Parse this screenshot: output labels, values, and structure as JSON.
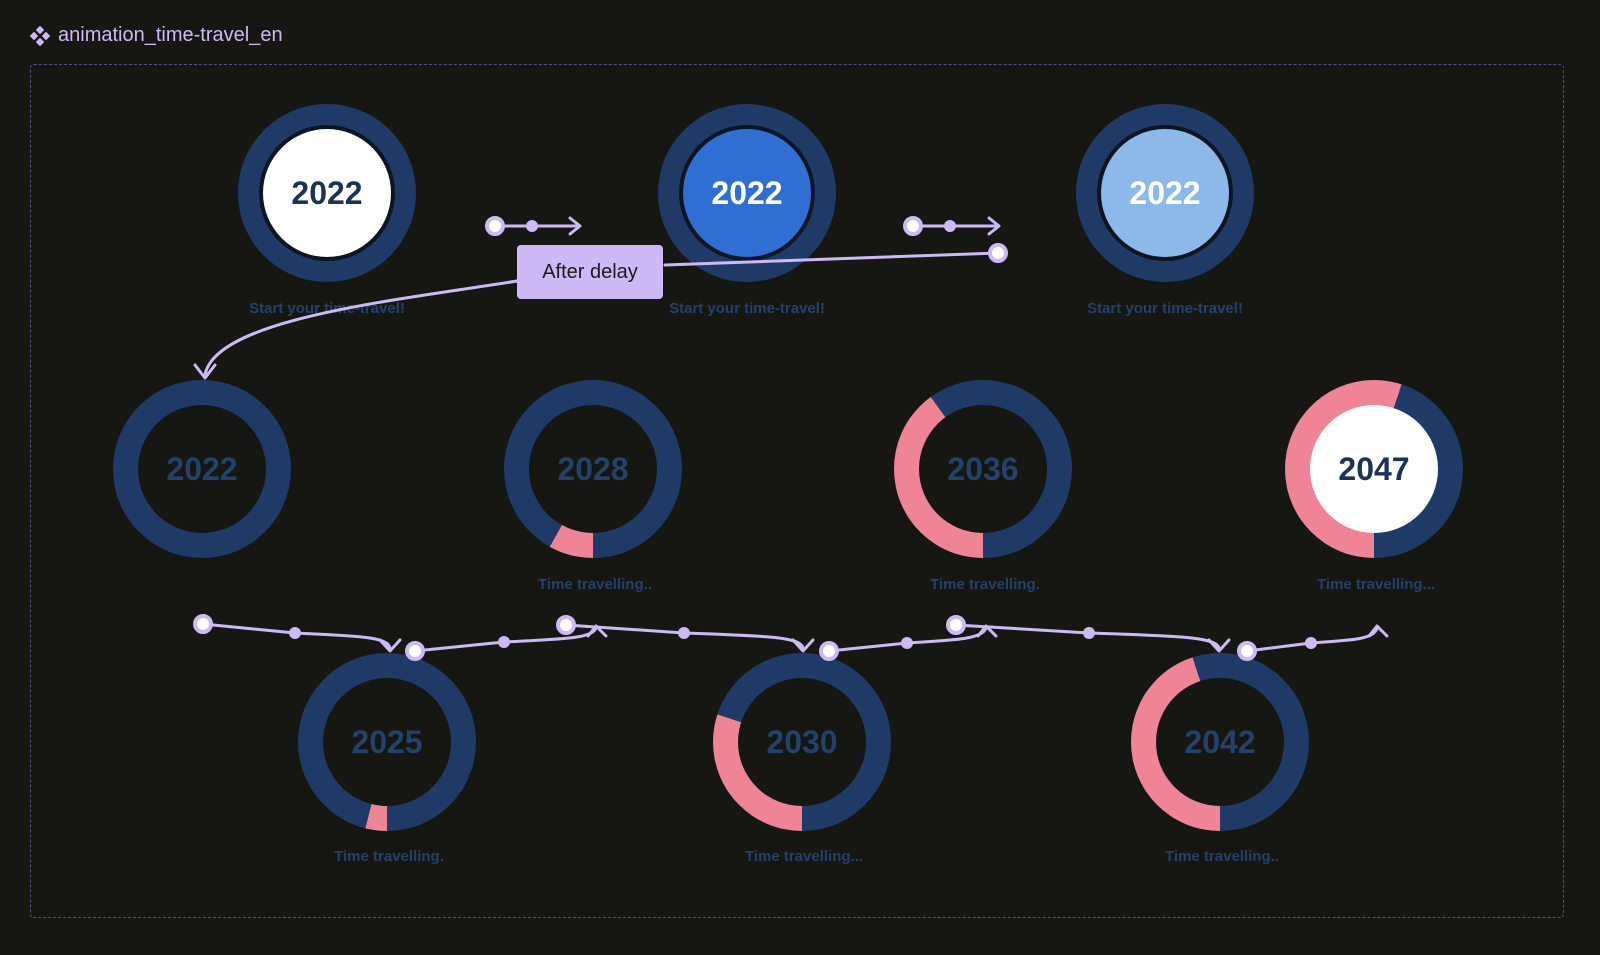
{
  "frame": {
    "title": "animation_time-travel_en",
    "icon": "component-diamond-icon"
  },
  "colors": {
    "ring_base": "#1f3a66",
    "progress": "#f08497",
    "connector": "#cdb9f5",
    "caption": "#23416b",
    "year_dim": "#23416b",
    "year_dark": "#1a3358"
  },
  "start_states": [
    {
      "year": "2022",
      "caption": "Start your time-travel!",
      "fill": "#ffffff",
      "text": "#1a3358"
    },
    {
      "year": "2022",
      "caption": "Start your time-travel!",
      "fill": "#2f6fd3",
      "text": "#ffffff"
    },
    {
      "year": "2022",
      "caption": "Start your time-travel!",
      "fill": "#8db8ea",
      "text": "#ffffff"
    }
  ],
  "transition": {
    "label": "After delay"
  },
  "travel_states": [
    {
      "year": "2022",
      "caption": "",
      "progress": 0
    },
    {
      "year": "2025",
      "caption": "Time travelling.",
      "progress": 0.04
    },
    {
      "year": "2028",
      "caption": "Time travelling..",
      "progress": 0.08
    },
    {
      "year": "2030",
      "caption": "Time travelling...",
      "progress": 0.3
    },
    {
      "year": "2036",
      "caption": "Time travelling.",
      "progress": 0.4
    },
    {
      "year": "2042",
      "caption": "Time travelling..",
      "progress": 0.45
    },
    {
      "year": "2047",
      "caption": "Time travelling...",
      "progress": 0.55,
      "fill": "#ffffff",
      "text": "#1a3358"
    }
  ]
}
